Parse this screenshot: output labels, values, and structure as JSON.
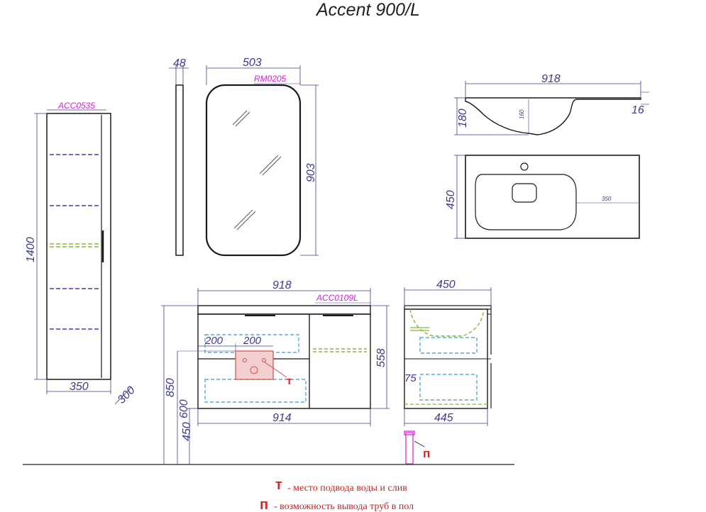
{
  "title": "Accent 900/L",
  "column": {
    "code": "ACC0535",
    "height": "1400",
    "width": "350",
    "depth": "300"
  },
  "mirror": {
    "code": "RM0205",
    "thickness": "48",
    "width": "503",
    "height": "903"
  },
  "basin_side": {
    "width": "918",
    "height": "180",
    "bowl_depth": "160",
    "thickness": "16"
  },
  "basin_top": {
    "depth": "450",
    "drain_offset": "350"
  },
  "cabinet_front": {
    "code": "ACC0109L",
    "top_width": "918",
    "body_width": "914",
    "height": "558",
    "total_height": "850",
    "pipe_height": "600",
    "bottom_height": "450",
    "pipe_zone_left": "200",
    "pipe_zone_right": "200"
  },
  "cabinet_side": {
    "top_depth": "450",
    "body_depth": "445",
    "drawer_gap": "75"
  },
  "markers": {
    "t": "т",
    "p": "п"
  },
  "legend": {
    "t_mark": "т",
    "t_text": "- место подвода воды и слив",
    "p_mark": "п",
    "p_text": "- возможность вывода труб в пол"
  },
  "colors": {
    "outline": "#1a1a1a",
    "dimension": "#3b3b8f",
    "code": "#d81bd8",
    "shelf_blue": "#3a3ab8",
    "shelf_green": "#86b83a",
    "drawer_cyan": "#5aa9d6",
    "pipe_zone": "#d94a4a",
    "marker_red": "#e02020"
  }
}
